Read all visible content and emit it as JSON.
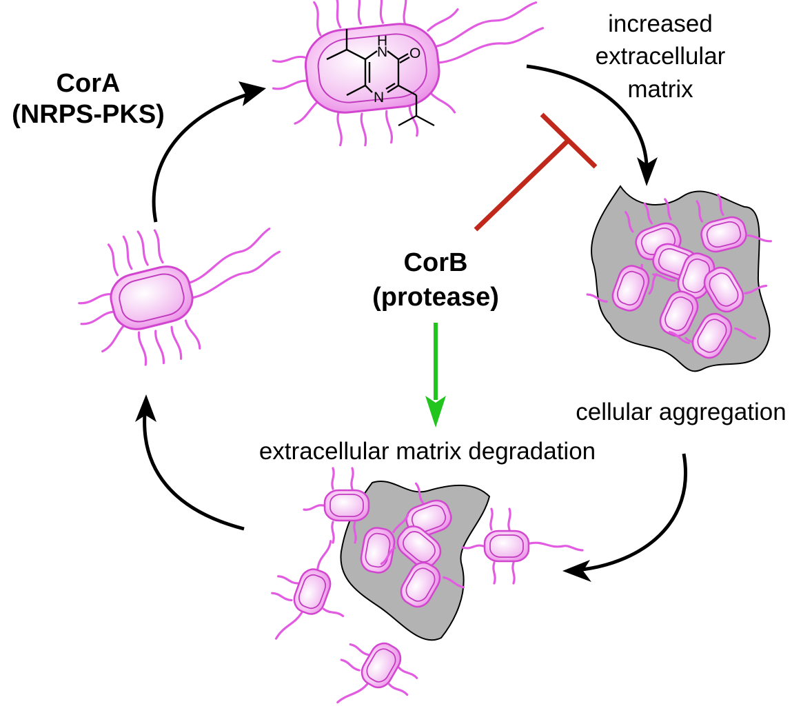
{
  "labels": {
    "cora_line1": "CorA",
    "cora_line2": "(NRPS-PKS)",
    "corb_line1": "CorB",
    "corb_line2": "(protease)",
    "matrix_line1": "increased",
    "matrix_line2": "extracellular",
    "matrix_line3": "matrix",
    "aggregation": "cellular aggregation",
    "degradation": "extracellular matrix degradation"
  },
  "molecule": {
    "atom_nh": "H",
    "atom_n1": "N",
    "atom_n2": "N",
    "atom_o": "O"
  },
  "colors": {
    "cycle_arrow": "#000000",
    "inhibition": "#c0281c",
    "activation": "#22c41e",
    "cell_fill": "#f6b8f2",
    "cell_outline": "#d245cf",
    "matrix_fill": "#b3b3b3"
  }
}
